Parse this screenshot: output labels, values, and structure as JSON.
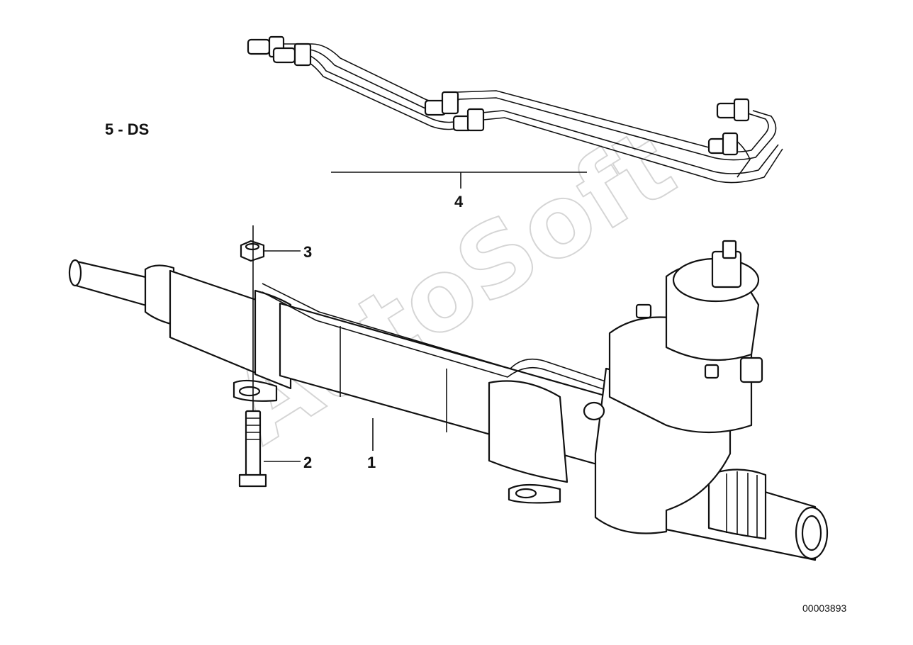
{
  "diagram": {
    "variant_label": "5 - DS",
    "image_code": "00003893",
    "watermark": "AutoSoft",
    "callouts": [
      {
        "id": "1",
        "text": "1"
      },
      {
        "id": "2",
        "text": "2"
      },
      {
        "id": "3",
        "text": "3"
      },
      {
        "id": "4",
        "text": "4"
      }
    ]
  }
}
